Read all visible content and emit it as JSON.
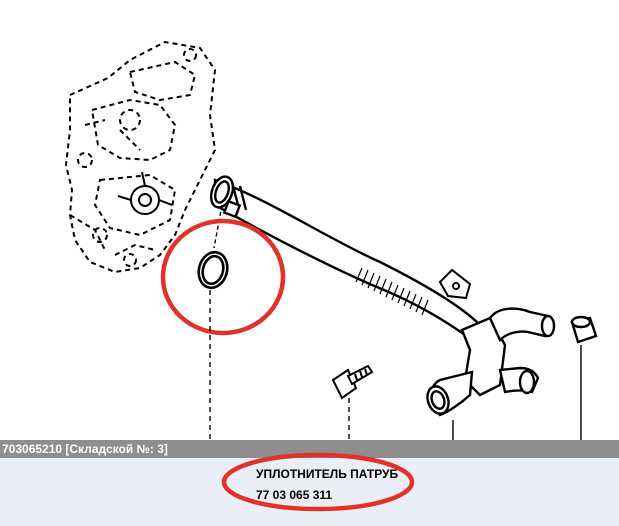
{
  "catalog_bar": {
    "text": "703065210 [Складской №: 3]"
  },
  "part_info": {
    "name": "УПЛОТНИТЕЛЬ ПАТРУБ",
    "number": "77 03 065 311"
  },
  "colors": {
    "highlight": "#e0312a",
    "bar": "#8e8e8e",
    "panel": "#e9eef7",
    "line": "#000000"
  },
  "diagram": {
    "highlighted_part": "o-ring-seal"
  }
}
